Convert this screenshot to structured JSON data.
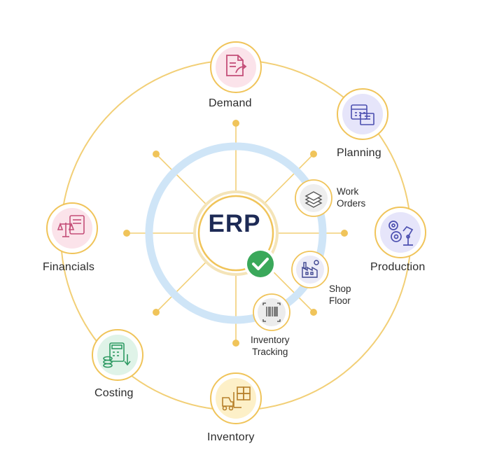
{
  "center": {
    "label": "ERP"
  },
  "outer_nodes": {
    "demand": "Demand",
    "planning": "Planning",
    "production": "Production",
    "inventory": "Inventory",
    "costing": "Costing",
    "financials": "Financials"
  },
  "inner_nodes": {
    "work_orders": [
      "Work",
      "Orders"
    ],
    "shop_floor": [
      "Shop",
      "Floor"
    ],
    "inventory_tracking": [
      "Inventory",
      "Tracking"
    ]
  },
  "colors": {
    "gold": "#f0c45a",
    "ring_blue": "#cfe5f7",
    "navy": "#1d2a55",
    "check_green": "#3aa85a"
  },
  "icons": {
    "demand": "document-arrow-icon",
    "planning": "calendar-blueprint-icon",
    "production": "robot-arm-gears-icon",
    "inventory": "forklift-boxes-icon",
    "costing": "calculator-coins-icon",
    "financials": "scales-document-icon",
    "work_orders": "stacked-layers-icon",
    "shop_floor": "factory-icon",
    "inventory_tracking": "barcode-scanner-icon",
    "center_badge": "checkmark-icon"
  }
}
